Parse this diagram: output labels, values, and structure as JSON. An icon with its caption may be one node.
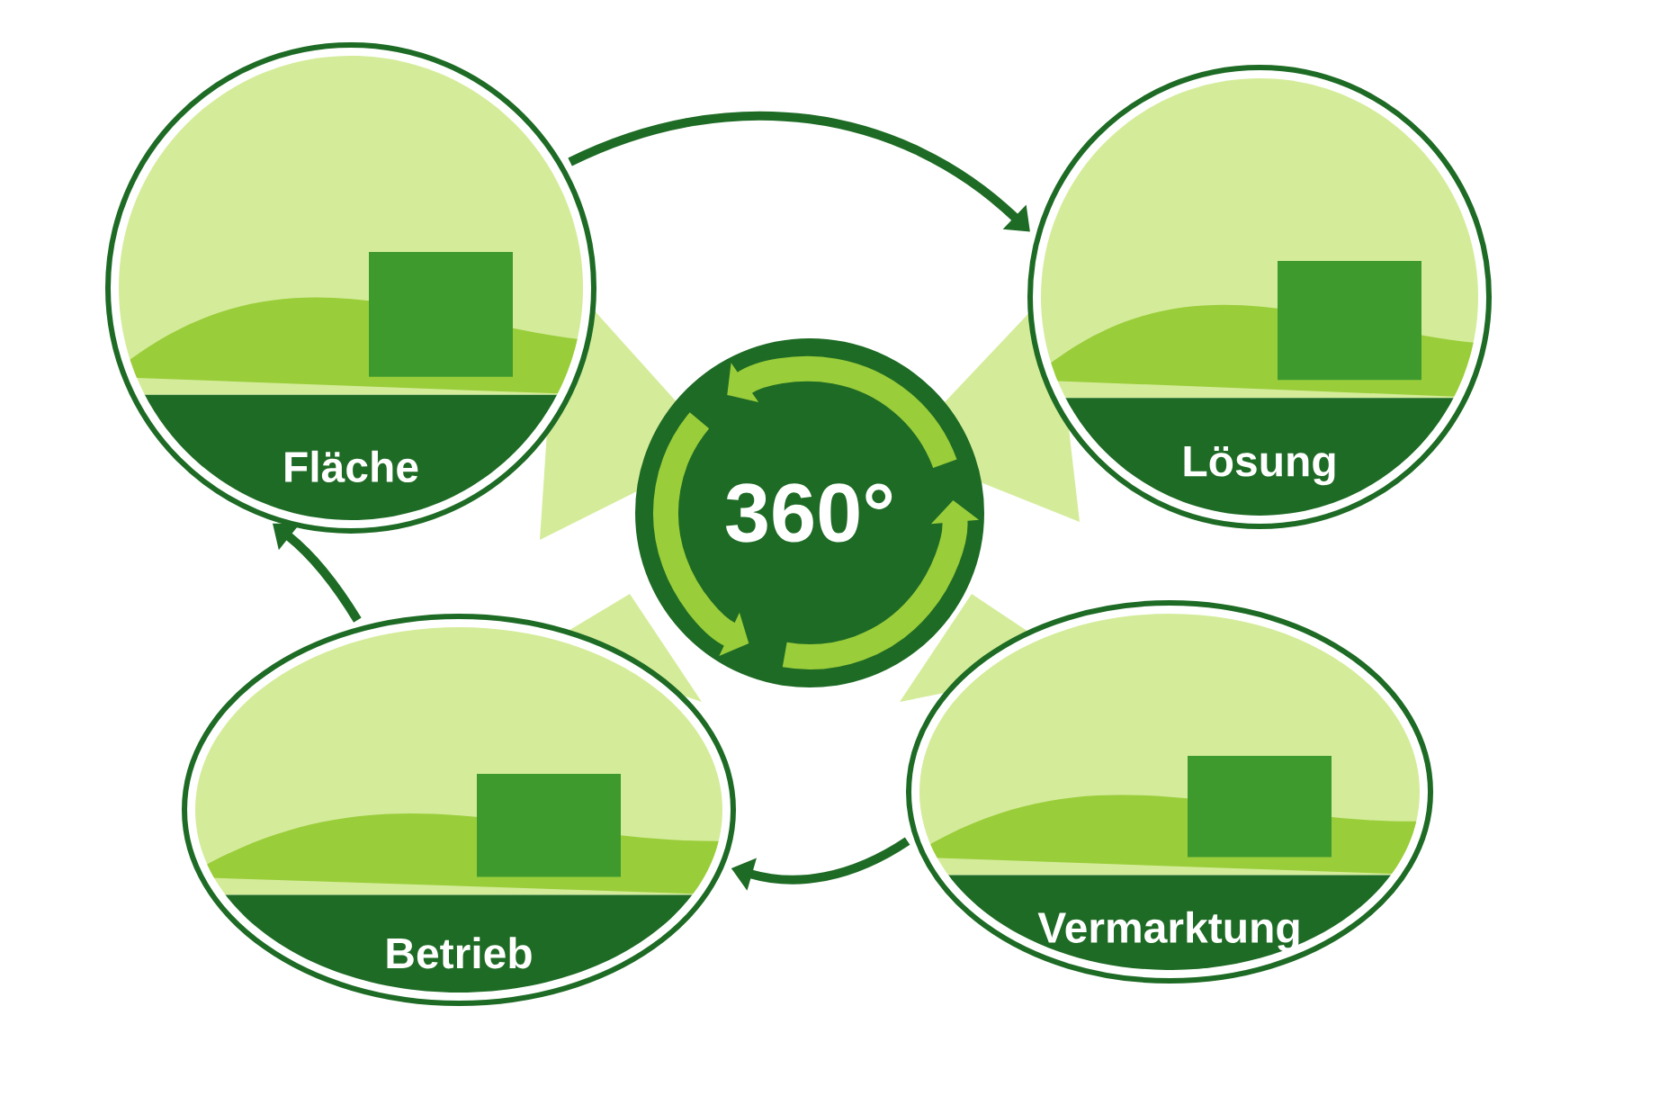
{
  "diagram": {
    "nodes": [
      {
        "text": [
          "Fläche"
        ]
      },
      {
        "text": [
          "Lösung"
        ]
      },
      {
        "text": [
          "360°"
        ]
      },
      {
        "text": [
          "Betrieb"
        ]
      },
      {
        "text": [
          "Vermarktung"
        ]
      }
    ],
    "edges": [
      {
        "from": 0,
        "to": 1,
        "arrow": "to"
      },
      {
        "from": 4,
        "to": 3,
        "arrow": "to"
      },
      {
        "from": 3,
        "to": 0,
        "arrow": "to"
      }
    ]
  }
}
